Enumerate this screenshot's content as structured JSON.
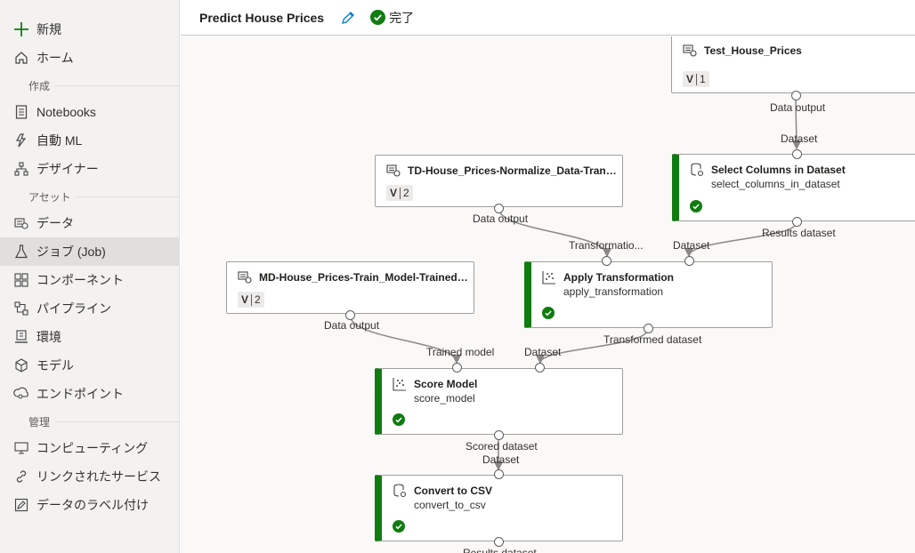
{
  "sidebar": {
    "items": [
      {
        "label": "新規",
        "icon": "plus-icon"
      },
      {
        "label": "ホーム",
        "icon": "home-icon"
      },
      {
        "label": "Notebooks",
        "icon": "notebook-icon"
      },
      {
        "label": "自動 ML",
        "icon": "automl-icon"
      },
      {
        "label": "デザイナー",
        "icon": "designer-icon"
      },
      {
        "label": "データ",
        "icon": "data-icon"
      },
      {
        "label": "ジョブ (Job)",
        "icon": "flask-icon"
      },
      {
        "label": "コンポーネント",
        "icon": "component-icon"
      },
      {
        "label": "パイプライン",
        "icon": "pipeline-icon"
      },
      {
        "label": "環境",
        "icon": "environment-icon"
      },
      {
        "label": "モデル",
        "icon": "cube-icon"
      },
      {
        "label": "エンドポイント",
        "icon": "endpoint-icon"
      },
      {
        "label": "コンピューティング",
        "icon": "monitor-icon"
      },
      {
        "label": "リンクされたサービス",
        "icon": "link-icon"
      },
      {
        "label": "データのラベル付け",
        "icon": "label-icon"
      }
    ],
    "sections": {
      "author": "作成",
      "assets": "アセット",
      "manage": "管理"
    }
  },
  "header": {
    "title": "Predict House Prices",
    "status": "完了"
  },
  "nodes": {
    "test_house_prices": {
      "title": "Test_House_Prices",
      "version_letter": "V",
      "version": "1"
    },
    "select_columns": {
      "title": "Select Columns in Dataset",
      "subtitle": "select_columns_in_dataset"
    },
    "td_normalize": {
      "title": "TD-House_Prices-Normalize_Data-Transf...",
      "version_letter": "V",
      "version": "2"
    },
    "apply_transformation": {
      "title": "Apply Transformation",
      "subtitle": "apply_transformation"
    },
    "md_train": {
      "title": "MD-House_Prices-Train_Model-Trained_...",
      "version_letter": "V",
      "version": "2"
    },
    "score_model": {
      "title": "Score Model",
      "subtitle": "score_model"
    },
    "convert_csv": {
      "title": "Convert to CSV",
      "subtitle": "convert_to_csv"
    }
  },
  "ports": {
    "data_output": "Data output",
    "dataset": "Dataset",
    "results_dataset": "Results dataset",
    "transformation": "Transformatio...",
    "trained_model": "Trained model",
    "transformed_dataset": "Transformed dataset",
    "scored_dataset": "Scored dataset"
  },
  "colors": {
    "success": "#107c10",
    "accent": "#0078d4",
    "edge": "#8a8886"
  }
}
